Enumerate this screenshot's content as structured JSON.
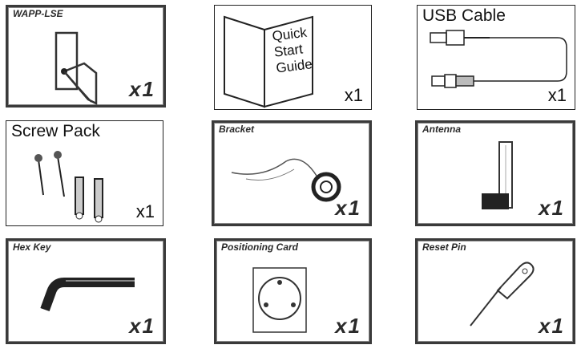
{
  "items": [
    {
      "name": "WAPP-LSE",
      "qty": "x1"
    },
    {
      "name": "",
      "qty": "x1",
      "guide_lines": [
        "Quick",
        "Start",
        "Guide"
      ]
    },
    {
      "name": "USB Cable",
      "qty": "x1"
    },
    {
      "name": "Screw Pack",
      "qty": "x1"
    },
    {
      "name": "Bracket",
      "qty": "x1"
    },
    {
      "name": "Antenna",
      "qty": "x1"
    },
    {
      "name": "Hex Key",
      "qty": "x1"
    },
    {
      "name": "Positioning Card",
      "qty": "x1"
    },
    {
      "name": "Reset Pin",
      "qty": "x1"
    }
  ]
}
